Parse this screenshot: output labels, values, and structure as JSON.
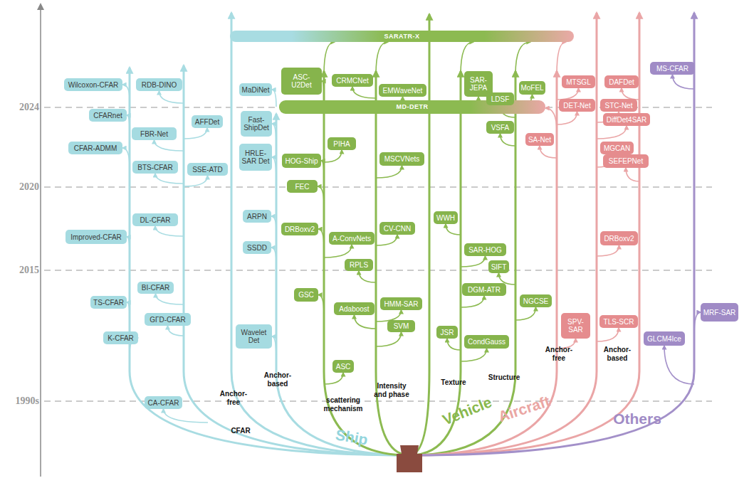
{
  "diagram": {
    "nodes": [
      {
        "text": [
          "SARATR-X"
        ]
      },
      {
        "text": [
          "MD-DETR"
        ]
      },
      {
        "text": [
          "Wilcoxon-CFAR"
        ]
      },
      {
        "text": [
          "RDB-DINO"
        ]
      },
      {
        "text": [
          "MaDiNet"
        ]
      },
      {
        "text": [
          "CFARnet"
        ]
      },
      {
        "text": [
          "Fast- ShipDet"
        ]
      },
      {
        "text": [
          "AFFDet"
        ]
      },
      {
        "text": [
          "FBR-Net"
        ]
      },
      {
        "text": [
          "CFAR-ADMM"
        ]
      },
      {
        "text": [
          "HRLE- SAR Det"
        ]
      },
      {
        "text": [
          "BTS-CFAR"
        ]
      },
      {
        "text": [
          "SSE-ATD"
        ]
      },
      {
        "text": [
          "ARPN"
        ]
      },
      {
        "text": [
          "DL-CFAR"
        ]
      },
      {
        "text": [
          "Improved-CFAR"
        ]
      },
      {
        "text": [
          "SSDD"
        ]
      },
      {
        "text": [
          "BI-CFAR"
        ]
      },
      {
        "text": [
          "TS-CFAR"
        ]
      },
      {
        "text": [
          "GΓD-CFAR"
        ]
      },
      {
        "text": [
          "Wavelet Det"
        ]
      },
      {
        "text": [
          "K-CFAR"
        ]
      },
      {
        "text": [
          "CA-CFAR"
        ]
      },
      {
        "text": [
          "ASC- U2Det"
        ]
      },
      {
        "text": [
          "SAR- JEPA"
        ]
      },
      {
        "text": [
          "CRMCNet"
        ]
      },
      {
        "text": [
          "MoFEL"
        ]
      },
      {
        "text": [
          "EMWaveNet"
        ]
      },
      {
        "text": [
          "LDSF"
        ]
      },
      {
        "text": [
          "VSFA"
        ]
      },
      {
        "text": [
          "PIHA"
        ]
      },
      {
        "text": [
          "MSCVNets"
        ]
      },
      {
        "text": [
          "HOG-Ship"
        ]
      },
      {
        "text": [
          "FEC"
        ]
      },
      {
        "text": [
          "WWH"
        ]
      },
      {
        "text": [
          "CV-CNN"
        ]
      },
      {
        "text": [
          "DRBoxv2"
        ]
      },
      {
        "text": [
          "A-ConvNets"
        ]
      },
      {
        "text": [
          "SAR-HOG"
        ]
      },
      {
        "text": [
          "RPLS"
        ]
      },
      {
        "text": [
          "SIFT"
        ]
      },
      {
        "text": [
          "DGM-ATR"
        ]
      },
      {
        "text": [
          "GSC"
        ]
      },
      {
        "text": [
          "NGCSE"
        ]
      },
      {
        "text": [
          "HMM-SAR"
        ]
      },
      {
        "text": [
          "Adaboost"
        ]
      },
      {
        "text": [
          "SVM"
        ]
      },
      {
        "text": [
          "JSR"
        ]
      },
      {
        "text": [
          "CondGauss"
        ]
      },
      {
        "text": [
          "ASC"
        ]
      },
      {
        "text": [
          "MTSGL"
        ]
      },
      {
        "text": [
          "DAFDet"
        ]
      },
      {
        "text": [
          "DET-Net"
        ]
      },
      {
        "text": [
          "STC-Net"
        ]
      },
      {
        "text": [
          "DiffDet4SAR"
        ]
      },
      {
        "text": [
          "SA-Net"
        ]
      },
      {
        "text": [
          "MGCAN"
        ]
      },
      {
        "text": [
          "SEFEPNet"
        ]
      },
      {
        "text": [
          "DRBoxv2"
        ]
      },
      {
        "text": [
          "SPV- SAR"
        ]
      },
      {
        "text": [
          "TLS-SCR"
        ]
      },
      {
        "text": [
          "MS-CFAR"
        ]
      },
      {
        "text": [
          "MRF-SAR"
        ]
      },
      {
        "text": [
          "GLCM4Ice"
        ]
      }
    ],
    "labels": [
      "2024",
      "2020",
      "2015",
      "1990s",
      "CFAR",
      "Anchor- free",
      "Anchor- based",
      "scattering mechanism",
      "Intensity and phase",
      "Texture",
      "Structure",
      "Anchor- free",
      "Anchor- based",
      "Ship",
      "Vehicle",
      "Aircraft",
      "Others"
    ]
  }
}
